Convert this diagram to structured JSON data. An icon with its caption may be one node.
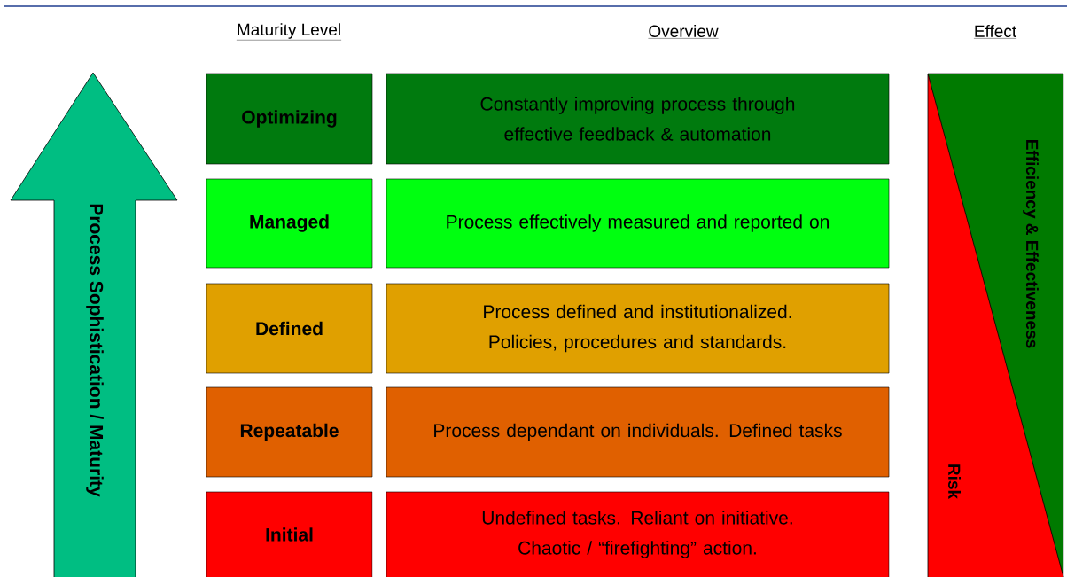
{
  "diagram": {
    "nodes": [
      {
        "text": [
          "Process Sophistication / Maturity"
        ]
      },
      {
        "text": [
          "Optimizing"
        ]
      },
      {
        "text": [
          "Constantly improving process through effective feedback & automation"
        ]
      },
      {
        "text": [
          "Managed"
        ]
      },
      {
        "text": [
          "Process effectively measured and reported on"
        ]
      },
      {
        "text": [
          "Defined"
        ]
      },
      {
        "text": [
          "Process defined and institutionalized. Policies, procedures and standards."
        ]
      },
      {
        "text": [
          "Repeatable"
        ]
      },
      {
        "text": [
          "Process dependant on individuals. Defined tasks"
        ]
      },
      {
        "text": [
          "Initial"
        ]
      },
      {
        "text": [
          "Undefined tasks.  Reliant on initiative. Chaotic / “firefighting” action."
        ]
      },
      {
        "text": [
          "Efficiency & Effectiveness",
          "Risk"
        ]
      }
    ],
    "labels": [
      "Maturity Level",
      "Overview",
      "Effect"
    ]
  }
}
